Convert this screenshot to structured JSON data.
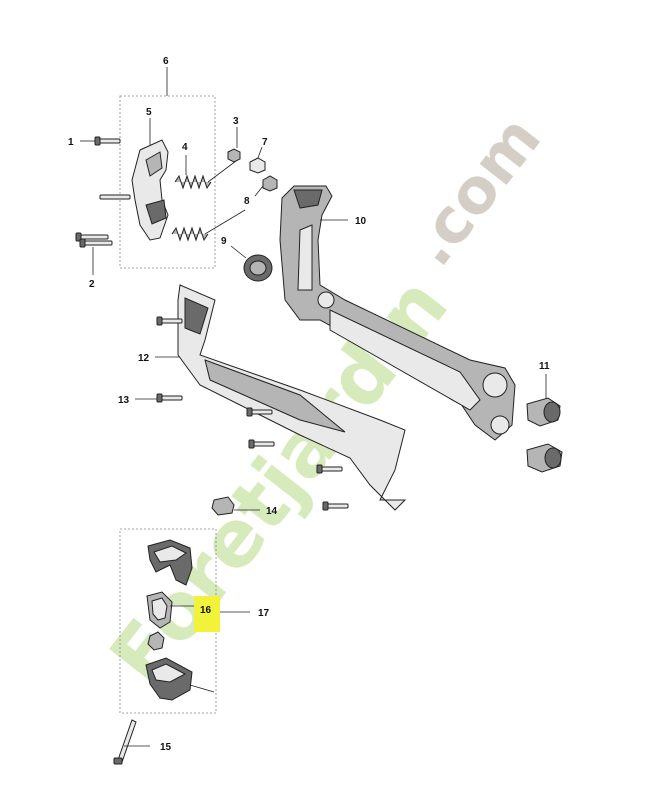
{
  "callouts": {
    "c1": "1",
    "c2": "2",
    "c3": "3",
    "c4": "4",
    "c5": "5",
    "c6": "6",
    "c7": "7",
    "c8": "8",
    "c9": "9",
    "c10": "10",
    "c11": "11",
    "c12": "12",
    "c13": "13",
    "c14": "14",
    "c15": "15",
    "c16": "16",
    "c17": "17"
  },
  "highlight": {
    "label": "16",
    "color": "#f2f23a"
  },
  "watermark": {
    "brand": "Foretjardin",
    "suffix": ".com",
    "colors": {
      "green": "#cfe7b0",
      "orange": "#f6c79a",
      "gray": "#cdc6bd"
    }
  }
}
